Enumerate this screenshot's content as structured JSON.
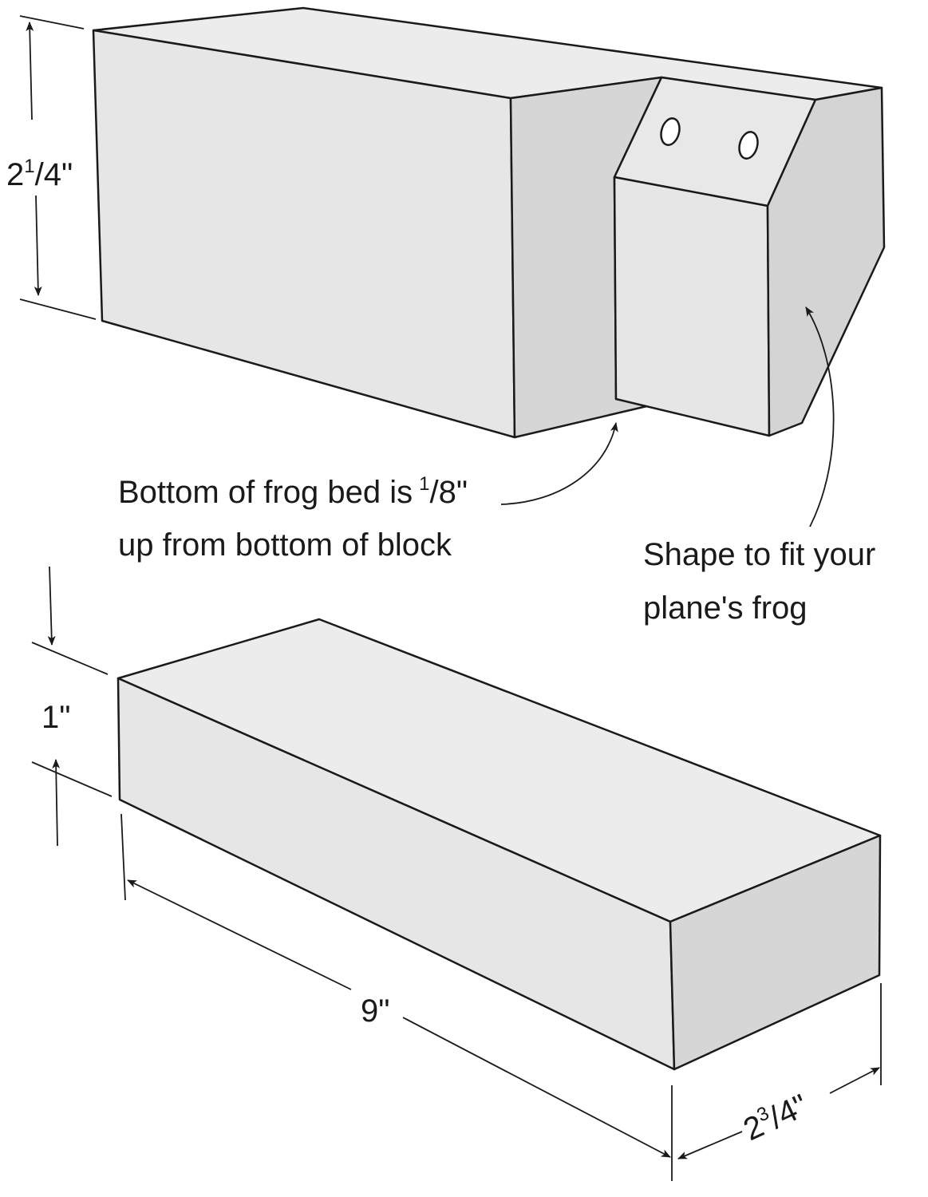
{
  "colors": {
    "face_light": "#e9e9e9",
    "face_mid": "#dcdcdc",
    "face_dark": "#d2d2d2",
    "stroke": "#1a1a1a"
  },
  "top_block": {
    "height_whole": "2",
    "height_frac_num": "1",
    "height_frac_den": "/4\"",
    "note_line1": "Bottom of frog bed is",
    "note_frac_num": "1",
    "note_frac_den": "/8\"",
    "note_line2": "up from bottom of block",
    "frog_note_line1": "Shape to fit your",
    "frog_note_line2": "plane's frog"
  },
  "bottom_block": {
    "height": "1\"",
    "length": "9\"",
    "width_whole": "2",
    "width_frac_num": "3",
    "width_frac_den": "/4\""
  }
}
